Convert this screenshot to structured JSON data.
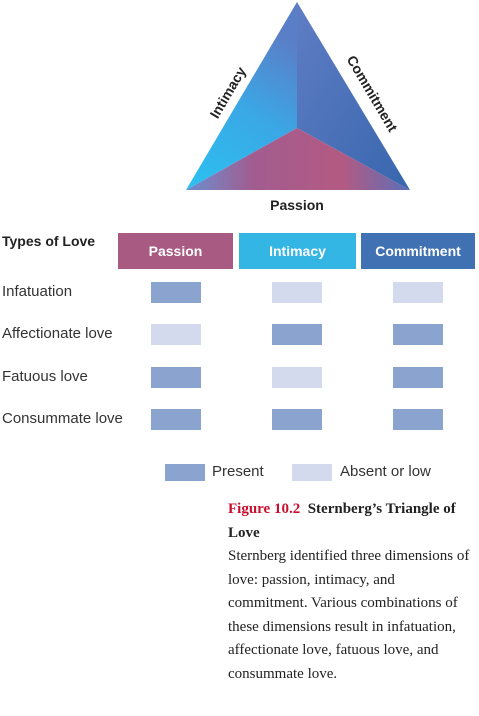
{
  "triangle": {
    "labels": {
      "left": "Intimacy",
      "right": "Commitment",
      "bottom": "Passion"
    }
  },
  "table": {
    "header_label": "Types of Love",
    "columns": [
      {
        "label": "Passion",
        "color": "#a85a82"
      },
      {
        "label": "Intimacy",
        "color": "#33b6e4"
      },
      {
        "label": "Commitment",
        "color": "#4071b2"
      }
    ],
    "rows": [
      {
        "label": "Infatuation",
        "values": [
          "present",
          "absent",
          "absent"
        ]
      },
      {
        "label": "Affectionate love",
        "values": [
          "absent",
          "present",
          "present"
        ]
      },
      {
        "label": "Fatuous love",
        "values": [
          "present",
          "absent",
          "present"
        ]
      },
      {
        "label": "Consummate love",
        "values": [
          "present",
          "present",
          "present"
        ]
      }
    ]
  },
  "legend": {
    "present": {
      "label": "Present",
      "color": "#8aa3cf"
    },
    "absent": {
      "label": "Absent or low",
      "color": "#d4daee"
    }
  },
  "caption": {
    "figure_number": "Figure 10.2",
    "title": "Sternberg’s Triangle of Love",
    "text": "Sternberg identified three dimensions of love: passion, intimacy, and commitment. Various combinations of these dimensions result in infatuation, affectionate love, fatuous love, and consummate love."
  }
}
